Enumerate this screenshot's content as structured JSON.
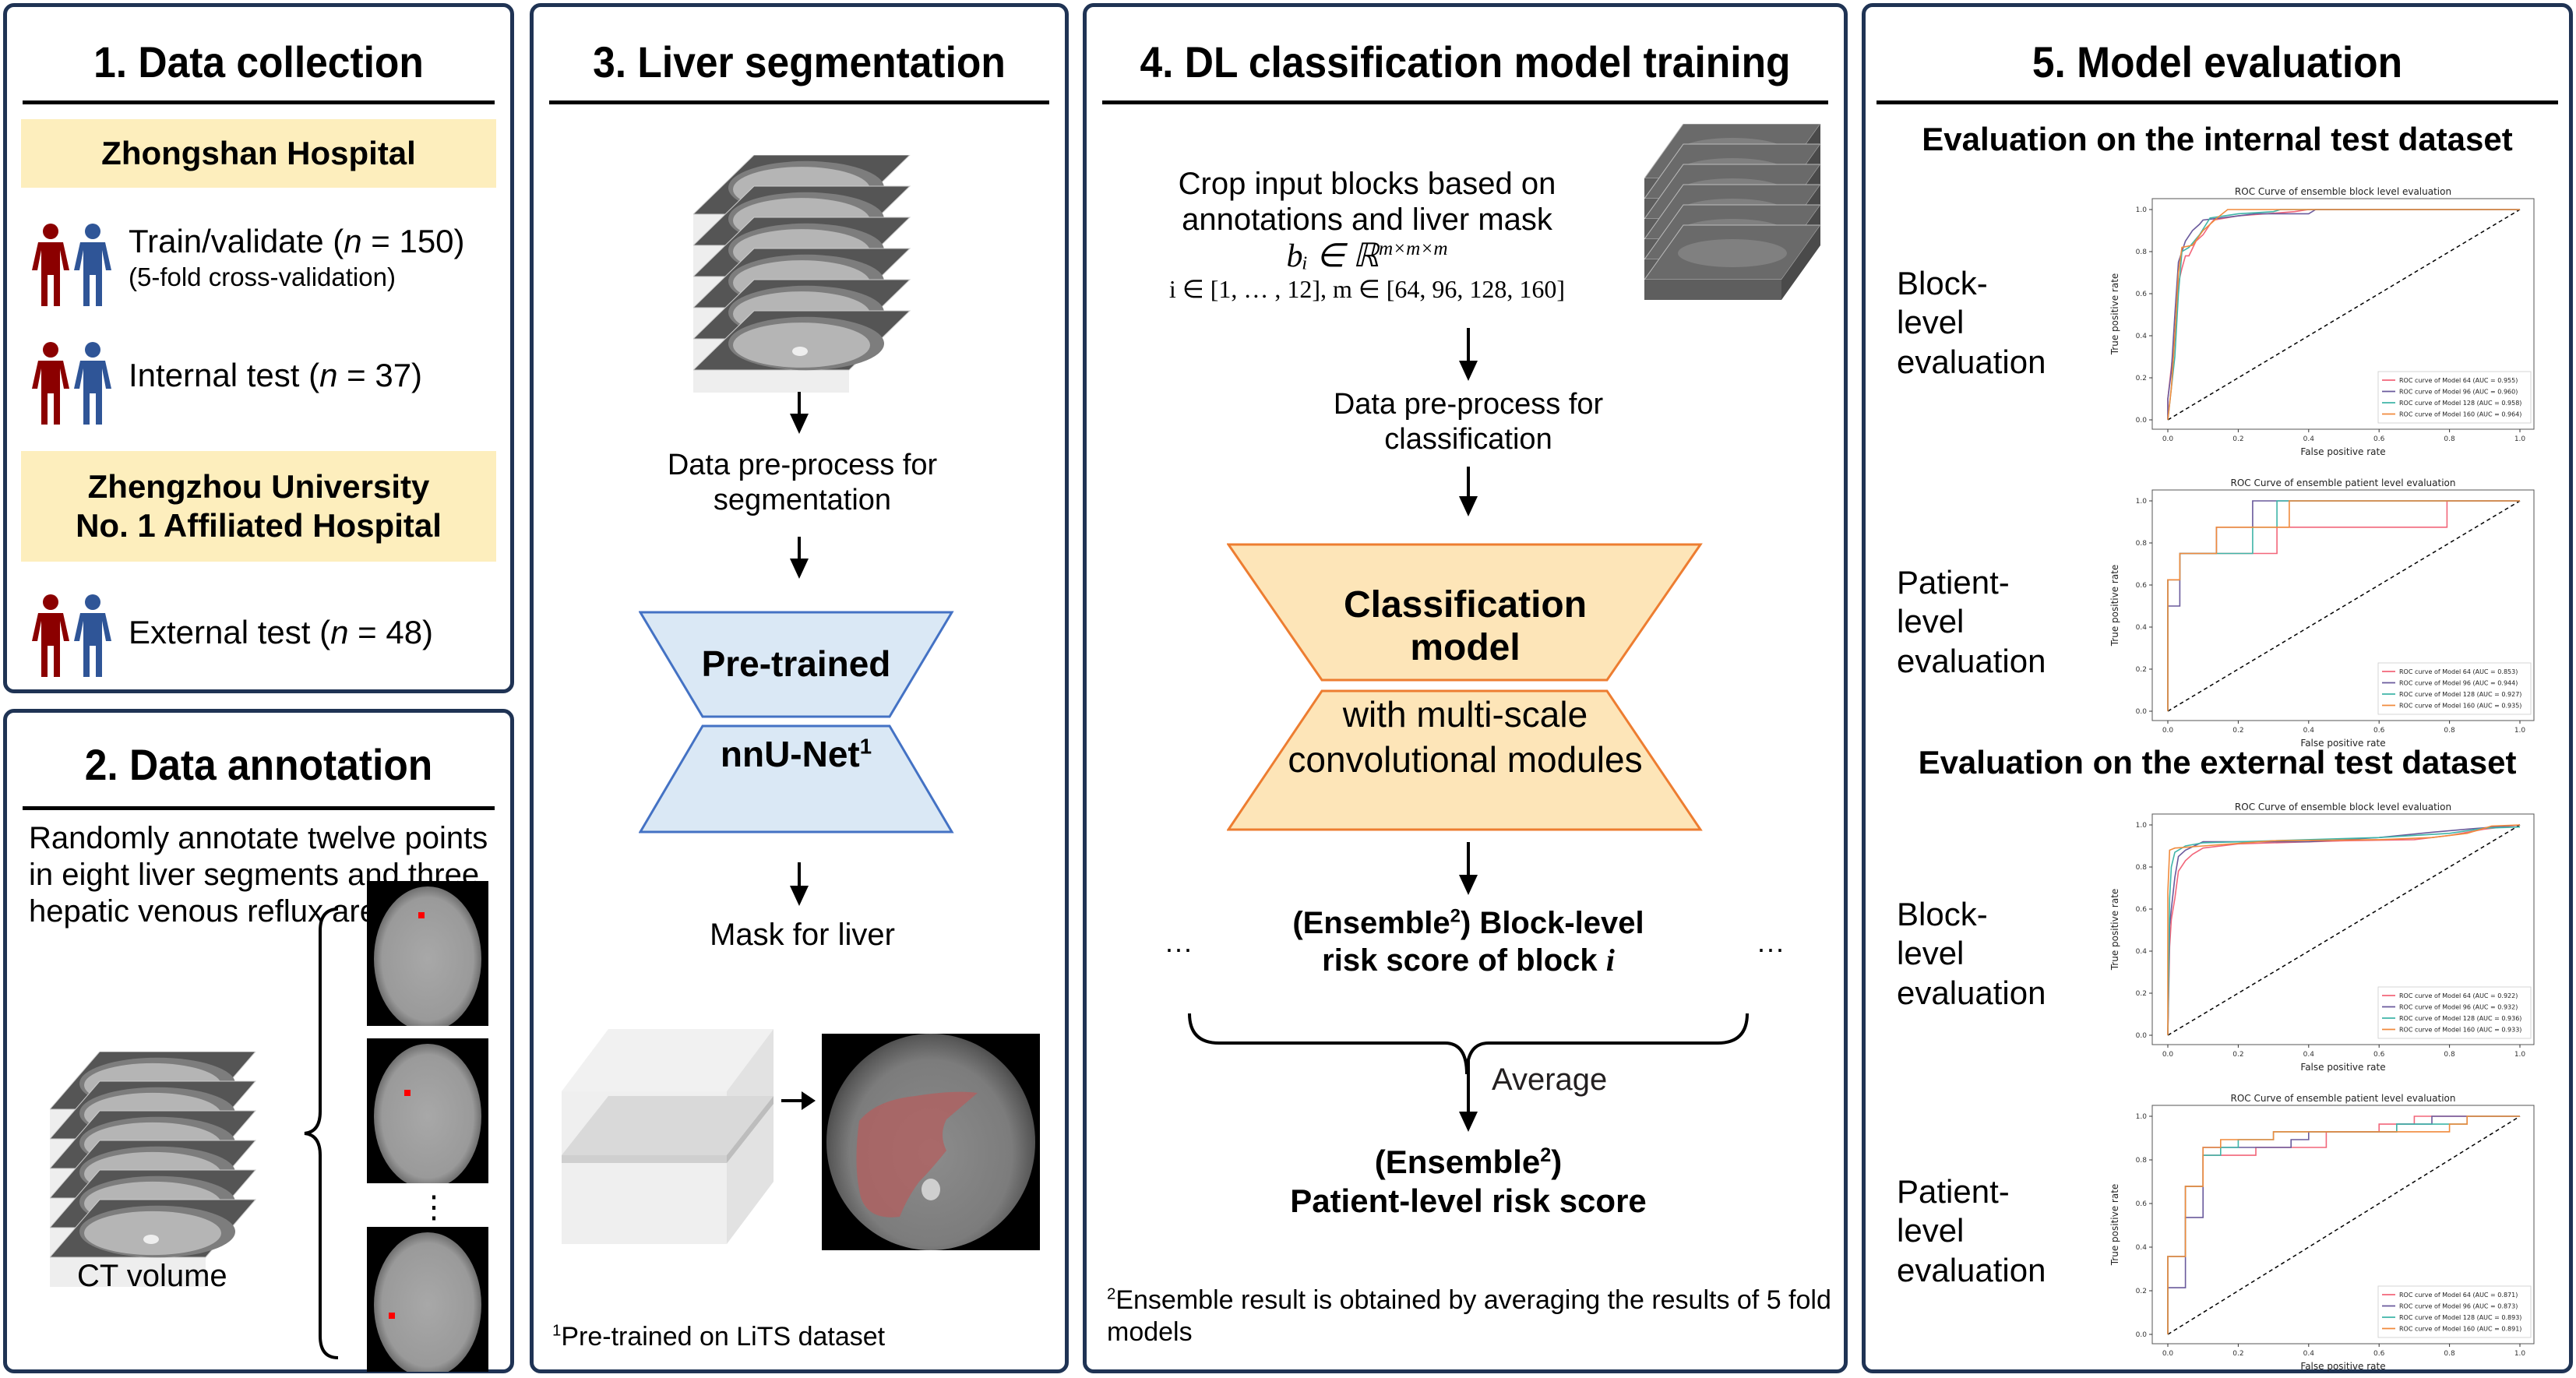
{
  "panel1": {
    "title": "1. Data collection",
    "hospital1": "Zhongshan Hospital",
    "cohorts1": [
      {
        "label": "Train/validate (",
        "n_sym": "n",
        "value": " = 150)",
        "note": "(5-fold cross-validation)"
      },
      {
        "label": "Internal test (",
        "n_sym": "n",
        "value": " = 37)",
        "note": ""
      }
    ],
    "hospital2_line1": "Zhengzhou University",
    "hospital2_line2": "No. 1 Affiliated Hospital",
    "cohorts2": [
      {
        "label": "External test (",
        "n_sym": "n",
        "value": " = 48)",
        "note": ""
      }
    ],
    "colors": {
      "person_red": "#8b0000",
      "person_blue": "#2f5597",
      "hospital_bg": "#fdeebd"
    }
  },
  "panel2": {
    "title": "2. Data annotation",
    "description": "Randomly annotate twelve points in eight liver segments and three hepatic venous reflux areas",
    "ct_volume_label": "CT volume",
    "ellipsis": "⋮"
  },
  "panel3": {
    "title": "3. Liver segmentation",
    "preprocess": "Data pre-process for segmentation",
    "model_top": "Pre-trained",
    "model_bottom": "nnU-Net",
    "model_sup": "1",
    "mask_label": "Mask for liver",
    "footnote_sup": "1",
    "footnote": "Pre-trained on LiTS dataset",
    "colors": {
      "model_fill": "#dae8f5",
      "model_stroke": "#4472c4"
    }
  },
  "panel4": {
    "title": "4. DL classification model training",
    "crop_line1": "Crop input blocks based on",
    "crop_line2": "annotations and liver mask",
    "formula1": "bᵢ ∈ ℝ",
    "formula1_sup": "m×m×m",
    "formula2": "i ∈ [1, … , 12], m ∈ [64, 96, 128, 160]",
    "preprocess": "Data pre-process for classification",
    "model_top_line1": "Classification",
    "model_top_line2": "model",
    "model_bottom_line1": "with multi-scale",
    "model_bottom_line2": "convolutional modules",
    "block_line1_a": "(Ensemble",
    "block_sup": "2",
    "block_line1_b": ") Block-level",
    "block_line2": "risk score of block ",
    "block_var": "i",
    "dots": "···",
    "average": "Average",
    "patient_line1_a": "(Ensemble",
    "patient_line1_b": ")",
    "patient_line2": "Patient-level risk score",
    "footnote_sup": "2",
    "footnote": "Ensemble result is obtained by averaging the results of 5 fold models",
    "colors": {
      "model_fill": "#fde5b8",
      "model_stroke": "#ed7d31"
    }
  },
  "panel5": {
    "title": "5. Model evaluation",
    "internal_header": "Evaluation on the internal test dataset",
    "external_header": "Evaluation on the external test dataset",
    "labels": [
      "Block-level evaluation",
      "Patient-level evaluation",
      "Block-level evaluation",
      "Patient-level evaluation"
    ]
  },
  "chart_data": [
    {
      "type": "line",
      "title": "ROC Curve of ensemble block level evaluation",
      "xlabel": "False positive rate",
      "ylabel": "True positive rate",
      "xlim": [
        0,
        1
      ],
      "ylim": [
        0,
        1
      ],
      "xticks": [
        "0.0",
        "0.2",
        "0.4",
        "0.6",
        "0.8",
        "1.0"
      ],
      "yticks": [
        "0.0",
        "0.2",
        "0.4",
        "0.6",
        "0.8",
        "1.0"
      ],
      "legend_position": "bottom-right",
      "series": [
        {
          "name": "ROC curve of Model 64 (AUC = 0.955)",
          "color": "#f2667a",
          "x": [
            0,
            0,
            0.01,
            0.02,
            0.03,
            0.04,
            0.05,
            0.06,
            0.08,
            0.1,
            0.12,
            0.13,
            0.2,
            0.36,
            0.4,
            1.0
          ],
          "y": [
            0,
            0.1,
            0.25,
            0.4,
            0.65,
            0.72,
            0.78,
            0.78,
            0.85,
            0.88,
            0.93,
            0.95,
            0.97,
            0.99,
            1.0,
            1.0
          ]
        },
        {
          "name": "ROC curve of Model 96 (AUC = 0.960)",
          "color": "#6a5a9c",
          "x": [
            0,
            0,
            0.01,
            0.02,
            0.03,
            0.05,
            0.07,
            0.09,
            0.1,
            0.15,
            0.25,
            0.4,
            0.42,
            1.0
          ],
          "y": [
            0,
            0.1,
            0.23,
            0.5,
            0.75,
            0.85,
            0.9,
            0.93,
            0.95,
            0.96,
            0.98,
            0.98,
            1.0,
            1.0
          ]
        },
        {
          "name": "ROC curve of Model 128 (AUC = 0.958)",
          "color": "#3fb5a8",
          "x": [
            0,
            0.01,
            0.02,
            0.03,
            0.04,
            0.06,
            0.09,
            0.12,
            0.2,
            0.3,
            0.32,
            1.0
          ],
          "y": [
            0,
            0.15,
            0.3,
            0.6,
            0.8,
            0.82,
            0.88,
            0.96,
            0.98,
            0.99,
            1.0,
            1.0
          ]
        },
        {
          "name": "ROC curve of Model 160 (AUC = 0.964)",
          "color": "#f08a3c",
          "x": [
            0,
            0.01,
            0.02,
            0.03,
            0.04,
            0.07,
            0.1,
            0.14,
            0.17,
            1.0
          ],
          "y": [
            0,
            0.15,
            0.4,
            0.7,
            0.82,
            0.83,
            0.9,
            0.96,
            1.0,
            1.0
          ]
        }
      ]
    },
    {
      "type": "line",
      "title": "ROC Curve of ensemble patient level evaluation",
      "xlabel": "False positive rate",
      "ylabel": "True positive rate",
      "xlim": [
        0,
        1
      ],
      "ylim": [
        0,
        1
      ],
      "xticks": [
        "0.0",
        "0.2",
        "0.4",
        "0.6",
        "0.8",
        "1.0"
      ],
      "yticks": [
        "0.0",
        "0.2",
        "0.4",
        "0.6",
        "0.8",
        "1.0"
      ],
      "legend_position": "bottom-right",
      "series": [
        {
          "name": "ROC curve of Model 64 (AUC = 0.853)",
          "color": "#f2667a",
          "x": [
            0,
            0,
            0.034,
            0.034,
            0.31,
            0.31,
            0.793,
            0.793,
            1.0
          ],
          "y": [
            0,
            0.625,
            0.625,
            0.75,
            0.75,
            0.875,
            0.875,
            1.0,
            1.0
          ]
        },
        {
          "name": "ROC curve of Model 96 (AUC = 0.944)",
          "color": "#6a5a9c",
          "x": [
            0,
            0,
            0.034,
            0.034,
            0.138,
            0.138,
            0.241,
            0.241,
            1.0
          ],
          "y": [
            0,
            0.5,
            0.5,
            0.75,
            0.75,
            0.875,
            0.875,
            1.0,
            1.0
          ]
        },
        {
          "name": "ROC curve of Model 128 (AUC = 0.927)",
          "color": "#3fb5a8",
          "x": [
            0,
            0,
            0.034,
            0.034,
            0.241,
            0.241,
            0.31,
            0.31,
            1.0
          ],
          "y": [
            0,
            0.625,
            0.625,
            0.75,
            0.75,
            0.875,
            0.875,
            1.0,
            1.0
          ]
        },
        {
          "name": "ROC curve of Model 160 (AUC = 0.935)",
          "color": "#f08a3c",
          "x": [
            0,
            0,
            0.034,
            0.034,
            0.138,
            0.138,
            0.345,
            0.345,
            1.0
          ],
          "y": [
            0,
            0.625,
            0.625,
            0.75,
            0.75,
            0.875,
            0.875,
            1.0,
            1.0
          ]
        }
      ]
    },
    {
      "type": "line",
      "title": "ROC Curve of ensemble block level evaluation",
      "xlabel": "False positive rate",
      "ylabel": "True positive rate",
      "xlim": [
        0,
        1
      ],
      "ylim": [
        0,
        1
      ],
      "xticks": [
        "0.0",
        "0.2",
        "0.4",
        "0.6",
        "0.8",
        "1.0"
      ],
      "yticks": [
        "0.0",
        "0.2",
        "0.4",
        "0.6",
        "0.8",
        "1.0"
      ],
      "legend_position": "bottom-right",
      "series": [
        {
          "name": "ROC curve of Model 64 (AUC = 0.922)",
          "color": "#f2667a",
          "x": [
            0,
            0.005,
            0.01,
            0.02,
            0.03,
            0.05,
            0.07,
            0.1,
            0.2,
            0.5,
            0.7,
            0.8,
            0.9,
            1.0
          ],
          "y": [
            0,
            0.42,
            0.55,
            0.65,
            0.78,
            0.83,
            0.86,
            0.89,
            0.91,
            0.925,
            0.93,
            0.95,
            0.98,
            1.0
          ]
        },
        {
          "name": "ROC curve of Model 96 (AUC = 0.932)",
          "color": "#6a5a9c",
          "x": [
            0,
            0.005,
            0.01,
            0.02,
            0.03,
            0.05,
            0.1,
            0.4,
            0.6,
            0.75,
            0.85,
            1.0
          ],
          "y": [
            0,
            0.52,
            0.6,
            0.75,
            0.85,
            0.88,
            0.92,
            0.92,
            0.94,
            0.965,
            0.98,
            1.0
          ]
        },
        {
          "name": "ROC curve of Model 128 (AUC = 0.936)",
          "color": "#3fb5a8",
          "x": [
            0,
            0.005,
            0.01,
            0.02,
            0.05,
            0.1,
            0.3,
            0.6,
            0.8,
            0.9,
            1.0
          ],
          "y": [
            0,
            0.65,
            0.8,
            0.87,
            0.9,
            0.915,
            0.925,
            0.94,
            0.96,
            0.985,
            0.99
          ]
        },
        {
          "name": "ROC curve of Model 160 (AUC = 0.933)",
          "color": "#f08a3c",
          "x": [
            0,
            0,
            0.005,
            0.02,
            0.1,
            0.3,
            0.6,
            0.75,
            0.85,
            0.92,
            1.0
          ],
          "y": [
            0,
            0.68,
            0.88,
            0.89,
            0.9,
            0.925,
            0.93,
            0.94,
            0.96,
            0.995,
            1.0
          ]
        }
      ]
    },
    {
      "type": "line",
      "title": "ROC Curve of ensemble patient level evaluation",
      "xlabel": "False positive rate",
      "ylabel": "True positive rate",
      "xlim": [
        0,
        1
      ],
      "ylim": [
        0,
        1
      ],
      "xticks": [
        "0.0",
        "0.2",
        "0.4",
        "0.6",
        "0.8",
        "1.0"
      ],
      "yticks": [
        "0.0",
        "0.2",
        "0.4",
        "0.6",
        "0.8",
        "1.0"
      ],
      "legend_position": "bottom-right",
      "series": [
        {
          "name": "ROC curve of Model 64 (AUC = 0.871)",
          "color": "#f2667a",
          "x": [
            0,
            0,
            0.05,
            0.05,
            0.1,
            0.1,
            0.25,
            0.25,
            0.45,
            0.45,
            0.6,
            0.6,
            0.7,
            0.7,
            1.0
          ],
          "y": [
            0,
            0.357,
            0.357,
            0.679,
            0.679,
            0.821,
            0.821,
            0.857,
            0.857,
            0.929,
            0.929,
            0.964,
            0.964,
            1.0,
            1.0
          ]
        },
        {
          "name": "ROC curve of Model 96 (AUC = 0.873)",
          "color": "#6a5a9c",
          "x": [
            0,
            0,
            0.05,
            0.05,
            0.1,
            0.1,
            0.35,
            0.35,
            0.4,
            0.4,
            0.65,
            0.65,
            0.75,
            0.75,
            1.0
          ],
          "y": [
            0,
            0.214,
            0.214,
            0.536,
            0.536,
            0.857,
            0.857,
            0.893,
            0.893,
            0.929,
            0.929,
            0.964,
            0.964,
            1.0,
            1.0
          ]
        },
        {
          "name": "ROC curve of Model 128 (AUC = 0.893)",
          "color": "#3fb5a8",
          "x": [
            0,
            0,
            0.05,
            0.05,
            0.1,
            0.1,
            0.15,
            0.15,
            0.2,
            0.2,
            0.3,
            0.3,
            0.65,
            0.65,
            0.8,
            0.8,
            0.85,
            0.85,
            1.0
          ],
          "y": [
            0,
            0.357,
            0.357,
            0.679,
            0.679,
            0.821,
            0.821,
            0.857,
            0.857,
            0.893,
            0.893,
            0.929,
            0.929,
            0.964,
            0.964,
            0.964,
            0.964,
            1.0,
            1.0
          ]
        },
        {
          "name": "ROC curve of Model 160 (AUC = 0.891)",
          "color": "#f08a3c",
          "x": [
            0,
            0,
            0.05,
            0.05,
            0.1,
            0.1,
            0.15,
            0.15,
            0.3,
            0.3,
            0.8,
            0.8,
            0.85,
            0.85,
            1.0
          ],
          "y": [
            0,
            0.357,
            0.357,
            0.679,
            0.679,
            0.857,
            0.857,
            0.893,
            0.893,
            0.929,
            0.929,
            0.964,
            0.964,
            1.0,
            1.0
          ]
        }
      ]
    }
  ]
}
